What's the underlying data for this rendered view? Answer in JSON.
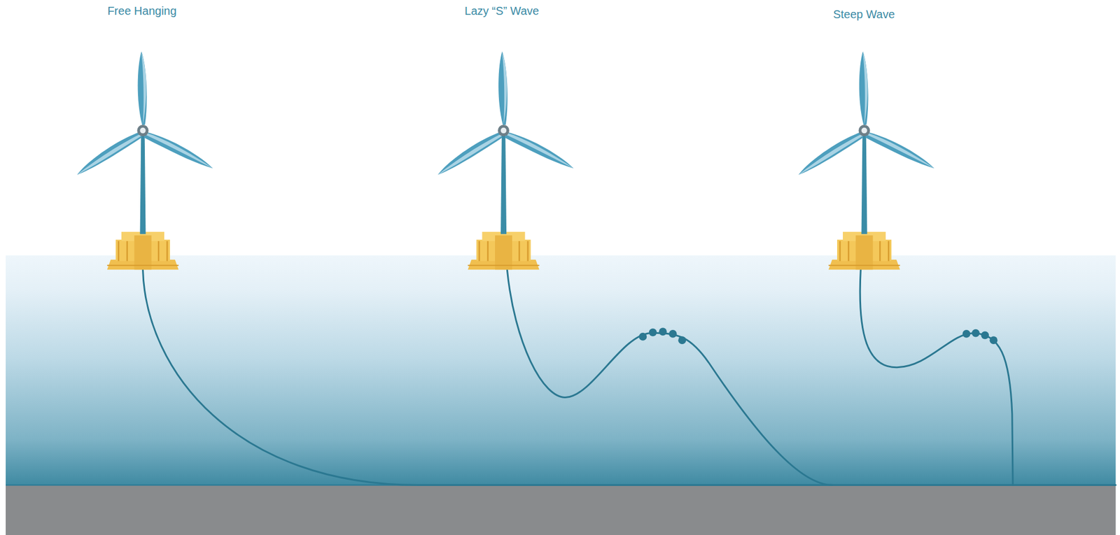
{
  "diagram": {
    "labels": [
      "Free Hanging",
      "Lazy “S” Wave",
      "Steep Wave"
    ]
  }
}
